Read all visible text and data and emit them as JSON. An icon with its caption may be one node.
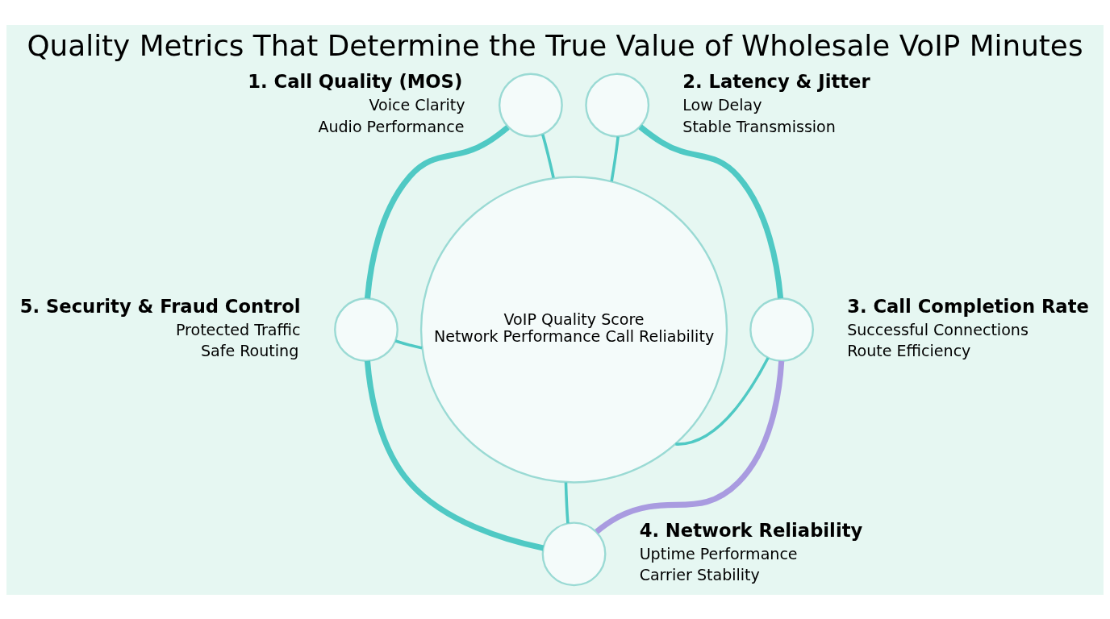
{
  "diagram": {
    "title": "Quality Metrics That Determine the True Value of Wholesale VoIP Minutes",
    "nodes": [
      {
        "text": [
          "VoIP Quality Score",
          "Network Performance Call Reliability"
        ]
      },
      {
        "text": [],
        "shape": "circle",
        "beside": [
          "1. Call Quality (MOS)",
          "Voice Clarity",
          "Audio Performance"
        ]
      },
      {
        "text": [],
        "shape": "circle",
        "beside": [
          "2. Latency & Jitter",
          "Low Delay",
          "Stable Transmission"
        ]
      },
      {
        "text": [],
        "shape": "circle",
        "beside": [
          "3. Call Completion Rate",
          "Successful Connections",
          "Route Efficiency"
        ]
      },
      {
        "text": [],
        "shape": "circle",
        "beside": [
          "4. Network Reliability",
          "Uptime Performance",
          "Carrier Stability"
        ]
      },
      {
        "text": [],
        "shape": "circle",
        "beside": [
          "5. Security & Fraud Control",
          "Protected Traffic",
          "Safe Routing"
        ]
      }
    ],
    "edges": [
      {
        "from": 0,
        "to": 1,
        "arrow": "none"
      },
      {
        "from": 0,
        "to": 2,
        "arrow": "none"
      },
      {
        "from": 0,
        "to": 3,
        "arrow": "none"
      },
      {
        "from": 0,
        "to": 4,
        "arrow": "none"
      },
      {
        "from": 0,
        "to": 5,
        "arrow": "none"
      },
      {
        "from": 1,
        "to": 5,
        "arrow": "none",
        "style": "thick"
      },
      {
        "from": 5,
        "to": 4,
        "arrow": "none",
        "style": "thick"
      },
      {
        "from": 4,
        "to": 3,
        "arrow": "none",
        "style": "thick",
        "color": "#a99be0"
      },
      {
        "from": 3,
        "to": 2,
        "arrow": "none",
        "style": "thick"
      }
    ]
  }
}
